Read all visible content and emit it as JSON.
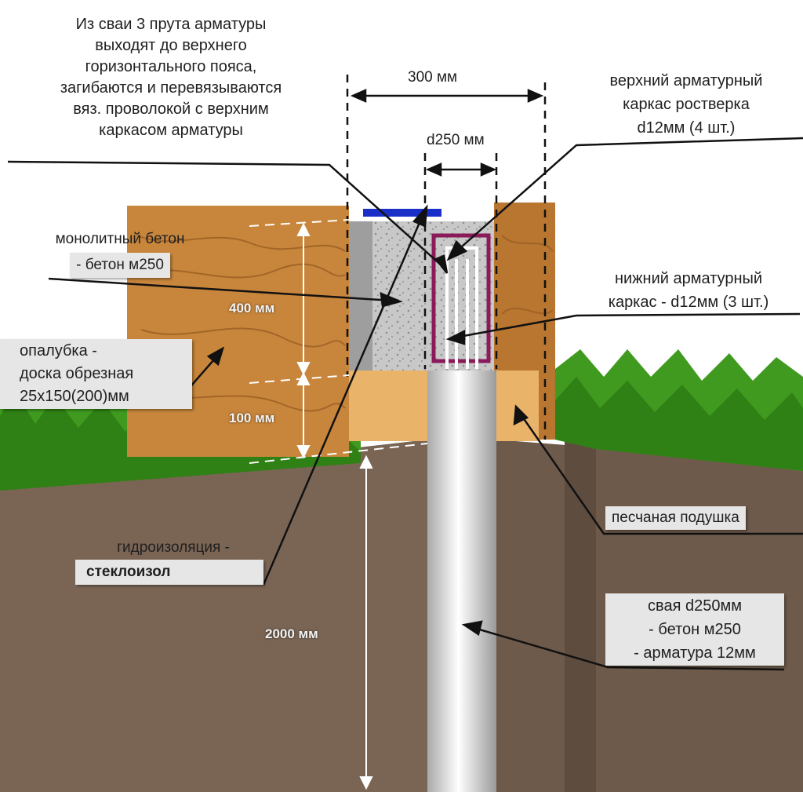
{
  "annotations": {
    "top_note": [
      "Из сваи  3 прута арматуры",
      "выходят до верхнего",
      "горизонтального пояса,",
      "загибаются и перевязываются",
      "вяз. проволокой с верхним",
      "каркасом арматуры"
    ],
    "upper_frame": [
      "верхний арматурный",
      "каркас ростверка",
      "d12мм (4 шт.)"
    ],
    "monolithic_concrete": [
      "монолитный бетон",
      "- бетон м250"
    ],
    "lower_frame": [
      "нижний арматурный",
      "каркас - d12мм (3 шт.)"
    ],
    "formwork": [
      "опалубка -",
      "доска обрезная",
      "25х150(200)мм"
    ],
    "sand_cushion": "песчаная подушка",
    "waterproofing": [
      "гидроизоляция -",
      "стеклоизол"
    ],
    "pile": [
      "свая d250мм",
      "- бетон м250",
      "- арматура 12мм"
    ]
  },
  "dimensions": {
    "width": "300 мм",
    "pile_diameter": "d250 мм",
    "grillage_height": "400 мм",
    "sand_height": "100 мм",
    "pile_depth": "2000 мм"
  },
  "colors": {
    "wood": "#c8863c",
    "soil": "#7a6555",
    "grass": "#3f9a1f",
    "sand": "#e9b46a",
    "concrete": "#bfbfbf",
    "pile": "#dcdcdc",
    "waterproofing": "#1a2fc8",
    "frame_outline": "#8b1a5a"
  }
}
